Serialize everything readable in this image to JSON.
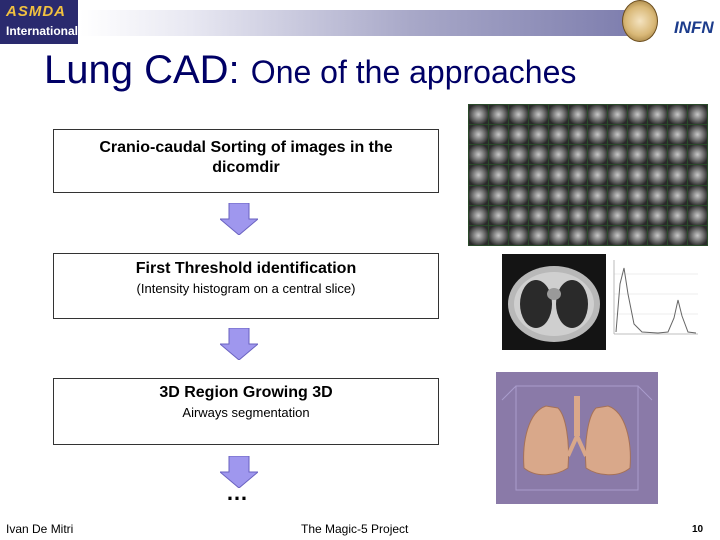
{
  "header": {
    "logo_line1": "ASMDA",
    "logo_line2": "International",
    "right_logo": "INFN"
  },
  "title": {
    "main": "Lung CAD:",
    "sub": "One of the approaches"
  },
  "steps": [
    {
      "title": "Cranio-caudal Sorting of images in the dicomdir",
      "subtitle": ""
    },
    {
      "title": "First Threshold identification",
      "subtitle": "(Intensity histogram on a central slice)"
    },
    {
      "title": "3D Region Growing 3D",
      "subtitle": "Airways segmentation"
    }
  ],
  "ellipsis": "…",
  "footer": {
    "author": "Ivan De Mitri",
    "project": "The Magic-5 Project",
    "page": "10"
  },
  "icons": {
    "arrow": "down-arrow-icon"
  },
  "colors": {
    "title": "#000066",
    "arrow": "#9f97ee",
    "topbar_end": "#7e7eae"
  }
}
